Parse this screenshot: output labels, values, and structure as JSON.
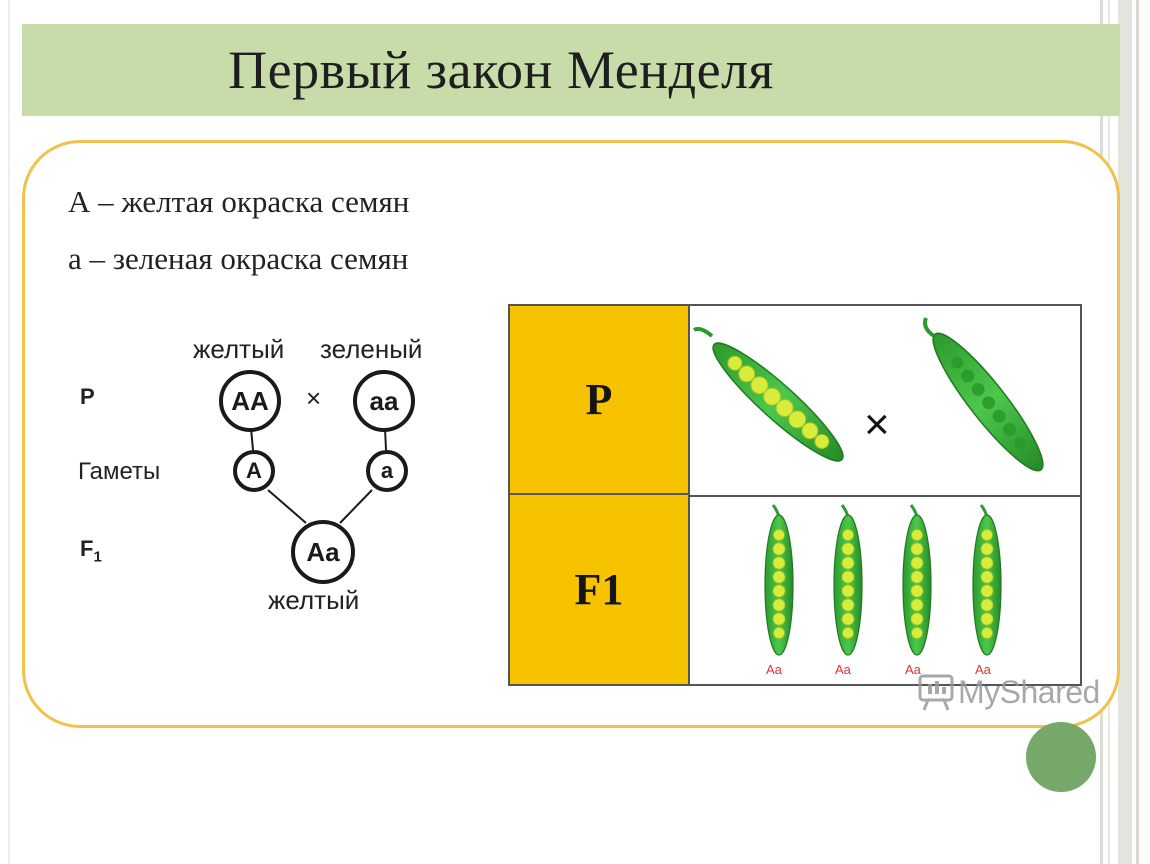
{
  "slide": {
    "title": "Первый закон Менделя",
    "legend": [
      "А – желтая окраска семян",
      "а – зеленая окраска семян"
    ]
  },
  "cross_diagram": {
    "phenotype_yellow": "желтый",
    "phenotype_green": "зеленый",
    "row_p": "P",
    "row_gametes": "Гаметы",
    "row_f1_letter": "F",
    "row_f1_sub": "1",
    "parent_1": "AA",
    "parent_2": "aa",
    "cross_sign": "×",
    "gamete_1": "A",
    "gamete_2": "a",
    "offspring": "Aa",
    "offspring_phenotype": "желтый"
  },
  "table": {
    "row_p_label": "P",
    "row_f1_label": "F1",
    "cross_sign": "×",
    "f1_genotypes": [
      "Aa",
      "Aa",
      "Aa",
      "Aa"
    ]
  },
  "watermark": "MyShared",
  "colors": {
    "title_bg": "#c8dcaa",
    "frame_border": "#f0c24a",
    "table_label_bg": "#f7c300",
    "pea_pod": "#3cb43c",
    "pea_seed": "#d4e83a",
    "genotype_text": "#e0332f"
  }
}
